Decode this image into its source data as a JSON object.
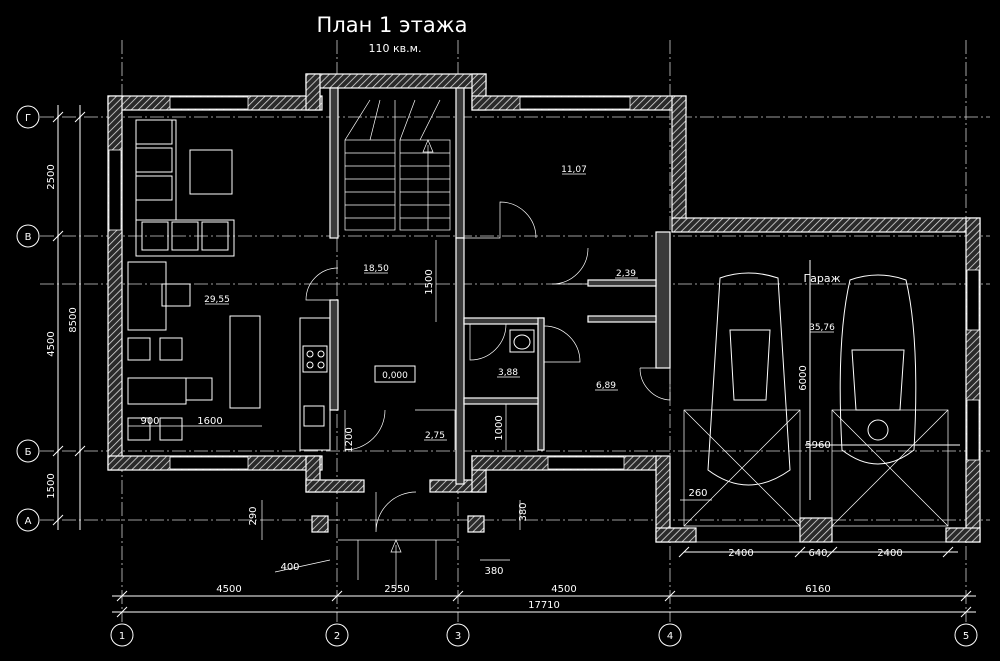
{
  "title": "План 1 этажа",
  "area": "110 кв.м.",
  "axes": {
    "vertical": [
      "1",
      "2",
      "3",
      "4",
      "5"
    ],
    "horizontal": [
      "Г",
      "В",
      "Б",
      "А"
    ]
  },
  "dimensions_bottom": {
    "spans": [
      "4500",
      "2550",
      "4500",
      "6160"
    ],
    "total": "17710"
  },
  "dimensions_left": {
    "spans": [
      "2500",
      "4500",
      "1500"
    ],
    "total": "8500"
  },
  "garage": {
    "label": "Гараж",
    "area": "35,76",
    "width": "5960",
    "depth": "6000",
    "bays": [
      "2400",
      "640",
      "2400"
    ],
    "wall_offset": "260"
  },
  "rooms": {
    "living": "29,55",
    "hall": "18,50",
    "kitchen": "11,07",
    "storage": "2,39",
    "room_689": "6,89",
    "bath": "3,88",
    "vestibule": "2,75"
  },
  "level_mark": "0,000",
  "local_dims": {
    "d900": "900",
    "d1600": "1600",
    "d1500": "1500",
    "d1200": "1200",
    "d1000": "1000",
    "d290": "290",
    "d380a": "380",
    "d400": "400",
    "d380b": "380"
  }
}
